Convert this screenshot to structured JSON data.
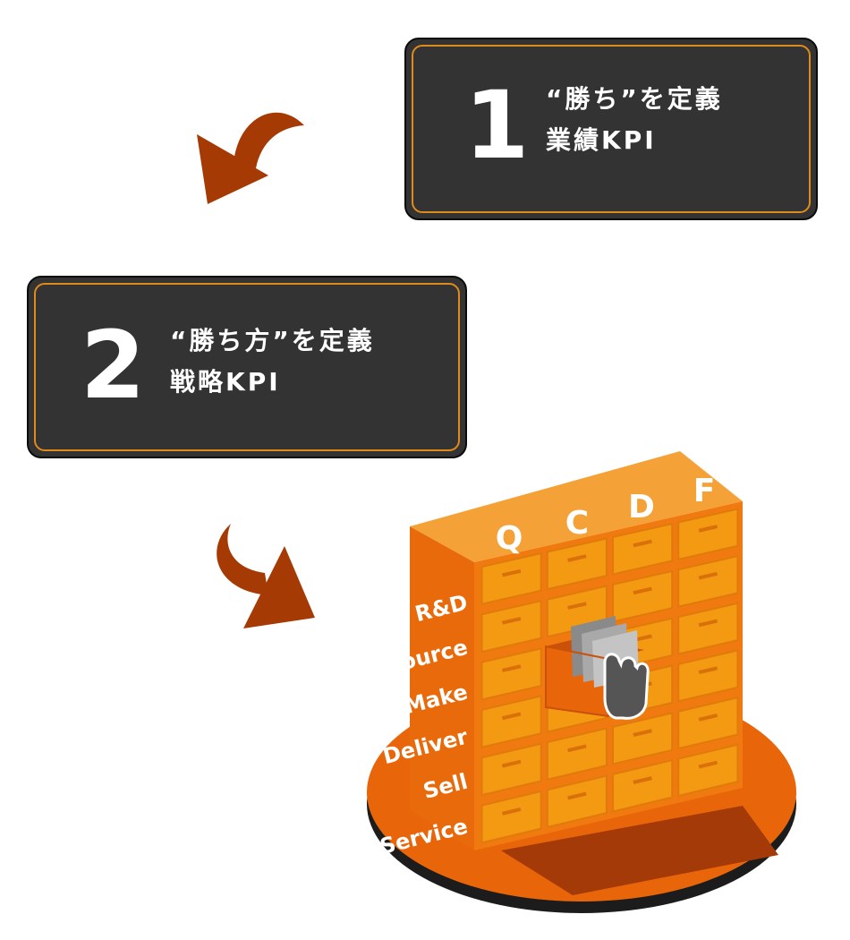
{
  "steps": [
    {
      "number": "1",
      "line1": "“勝ち”を定義",
      "line2": "業績KPI"
    },
    {
      "number": "2",
      "line1": "“勝ち方”を定義",
      "line2": "戦略KPI"
    }
  ],
  "matrix": {
    "columns": [
      "Q",
      "C",
      "D",
      "F"
    ],
    "rows": [
      "R&D",
      "Source",
      "Make",
      "Deliver",
      "Sell",
      "Service"
    ]
  },
  "colors": {
    "box_bg": "#333333",
    "box_border": "#e08a1c",
    "arrow": "#a63a05",
    "cabinet_front": "#f07a10",
    "drawer": "#f39a12",
    "base": "#e8650a"
  },
  "icons": [
    "curved-arrow-icon",
    "hand-icon",
    "file-folders-icon"
  ]
}
